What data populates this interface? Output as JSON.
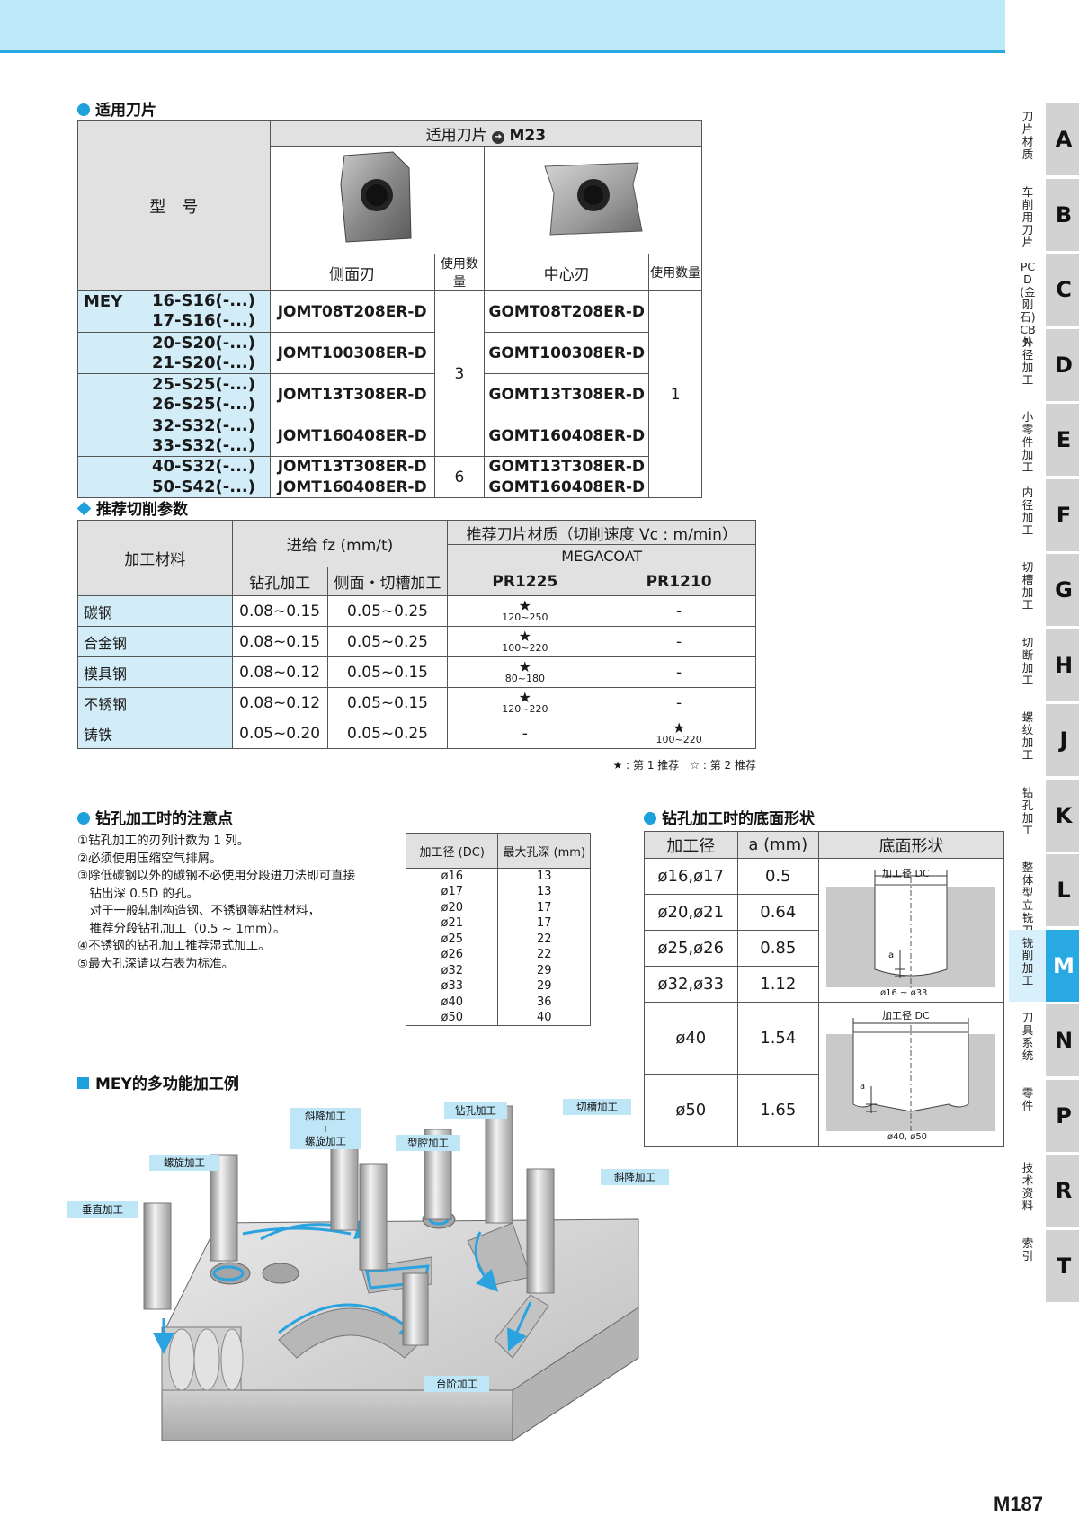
{
  "section1": {
    "title": "适用刀片"
  },
  "inserts_table": {
    "model_header": "型　号",
    "insert_header": "适用刀片",
    "ref_code": "M23",
    "col_side": "侧面刃",
    "col_qty": "使用数量",
    "col_center": "中心刃",
    "col_qty2": "使用数量",
    "series": "MEY",
    "groups": [
      {
        "models": [
          "16-S16(-...)",
          "17-S16(-...)"
        ],
        "side": "JOMT08T208ER-D",
        "center": "GOMT08T208ER-D"
      },
      {
        "models": [
          "20-S20(-...)",
          "21-S20(-...)"
        ],
        "side": "JOMT100308ER-D",
        "center": "GOMT100308ER-D"
      },
      {
        "models": [
          "25-S25(-...)",
          "26-S25(-...)"
        ],
        "side": "JOMT13T308ER-D",
        "center": "GOMT13T308ER-D"
      },
      {
        "models": [
          "32-S32(-...)",
          "33-S32(-...)"
        ],
        "side": "JOMT160408ER-D",
        "center": "GOMT160408ER-D"
      },
      {
        "models": [
          "40-S32(-...)"
        ],
        "side": "JOMT13T308ER-D",
        "center": "GOMT13T308ER-D"
      },
      {
        "models": [
          "50-S42(-...)"
        ],
        "side": "JOMT160408ER-D",
        "center": "GOMT160408ER-D"
      }
    ],
    "qty_side_a": "3",
    "qty_side_b": "6",
    "qty_center": "1"
  },
  "section2": {
    "title": "推荐切削参数"
  },
  "cutting_table": {
    "material_header": "加工材料",
    "feed_header": "进给 fz (mm/t)",
    "feed_drill": "钻孔加工",
    "feed_side": "侧面・切槽加工",
    "grade_header": "推荐刀片材质（切削速度 Vc : m/min）",
    "coating": "MEGACOAT",
    "grade1": "PR1225",
    "grade2": "PR1210",
    "rows": [
      {
        "material": "碳钢",
        "drill": "0.08~0.15",
        "side": "0.05~0.25",
        "g1_star": "★",
        "g1": "120~250",
        "g2_star": "",
        "g2": "-"
      },
      {
        "material": "合金钢",
        "drill": "0.08~0.15",
        "side": "0.05~0.25",
        "g1_star": "★",
        "g1": "100~220",
        "g2_star": "",
        "g2": "-"
      },
      {
        "material": "模具钢",
        "drill": "0.08~0.12",
        "side": "0.05~0.15",
        "g1_star": "★",
        "g1": "80~180",
        "g2_star": "",
        "g2": "-"
      },
      {
        "material": "不锈钢",
        "drill": "0.08~0.12",
        "side": "0.05~0.15",
        "g1_star": "★",
        "g1": "120~220",
        "g2_star": "",
        "g2": "-"
      },
      {
        "material": "铸铁",
        "drill": "0.05~0.20",
        "side": "0.05~0.25",
        "g1_star": "",
        "g1": "-",
        "g2_star": "★",
        "g2": "100~220"
      }
    ],
    "legend": "★ : 第 1 推荐　☆ : 第 2 推荐"
  },
  "section3": {
    "title": "钻孔加工时的注意点",
    "notes": [
      "①钻孔加工的刃列计数为 1 列。",
      "②必须使用压缩空气排屑。",
      "③除低碳钢以外的碳钢不必使用分段进刀法即可直接",
      "　钻出深 0.5D 的孔。",
      "　对于一般轧制构造钢、不锈钢等粘性材料，",
      "　推荐分段钻孔加工（0.5 ~ 1mm）。",
      "④不锈钢的钻孔加工推荐湿式加工。",
      "⑤最大孔深请以右表为标准。"
    ]
  },
  "depth_table": {
    "col1": "加工径 (DC)",
    "col2": "最大孔深 (mm)",
    "rows": [
      [
        "ø16",
        "13"
      ],
      [
        "ø17",
        "13"
      ],
      [
        "ø20",
        "17"
      ],
      [
        "ø21",
        "17"
      ],
      [
        "ø25",
        "22"
      ],
      [
        "ø26",
        "22"
      ],
      [
        "ø32",
        "29"
      ],
      [
        "ø33",
        "29"
      ],
      [
        "ø40",
        "36"
      ],
      [
        "ø50",
        "40"
      ]
    ]
  },
  "section4": {
    "title": "钻孔加工时的底面形状",
    "col1": "加工径",
    "col2": "a (mm)",
    "col3": "底面形状",
    "rows": [
      [
        "ø16,ø17",
        "0.5"
      ],
      [
        "ø20,ø21",
        "0.64"
      ],
      [
        "ø25,ø26",
        "0.85"
      ],
      [
        "ø32,ø33",
        "1.12"
      ],
      [
        "ø40",
        "1.54"
      ],
      [
        "ø50",
        "1.65"
      ]
    ],
    "diag1_top": "加工径 DC",
    "diag1_bottom": "ø16 ~ ø33",
    "diag2_top": "加工径 DC",
    "diag2_bottom": "ø40, ø50",
    "dim_a": "a"
  },
  "section5": {
    "title": "MEY的多功能加工例",
    "labels": {
      "vertical": "垂直加工",
      "helical": "螺旋加工",
      "ramp_helical_a": "斜降加工",
      "ramp_helical_b": "+",
      "ramp_helical_c": "螺旋加工",
      "pocket": "型腔加工",
      "drill": "钻孔加工",
      "slot": "切槽加工",
      "ramp": "斜降加工",
      "step": "台阶加工"
    }
  },
  "sidebar": [
    {
      "letter": "A",
      "label": "刀片材质"
    },
    {
      "letter": "B",
      "label": "车削用刀片"
    },
    {
      "letter": "C",
      "label": "PCD(金刚石) CBN"
    },
    {
      "letter": "D",
      "label": "外径加工"
    },
    {
      "letter": "E",
      "label": "小零件加工"
    },
    {
      "letter": "F",
      "label": "内径加工"
    },
    {
      "letter": "G",
      "label": "切槽加工"
    },
    {
      "letter": "H",
      "label": "切断加工"
    },
    {
      "letter": "J",
      "label": "螺纹加工"
    },
    {
      "letter": "K",
      "label": "钻孔加工"
    },
    {
      "letter": "L",
      "label": "整体型立铣刀"
    },
    {
      "letter": "M",
      "label": "铣削加工"
    },
    {
      "letter": "N",
      "label": "刀具系统"
    },
    {
      "letter": "P",
      "label": "零件"
    },
    {
      "letter": "R",
      "label": "技术资料"
    },
    {
      "letter": "T",
      "label": "索引"
    }
  ],
  "page_number": "M187",
  "colors": {
    "accent": "#29a9e2",
    "header_band": "#bde9f9",
    "row_blue": "#d3edf8",
    "tab_gray": "#d2d2d2"
  }
}
